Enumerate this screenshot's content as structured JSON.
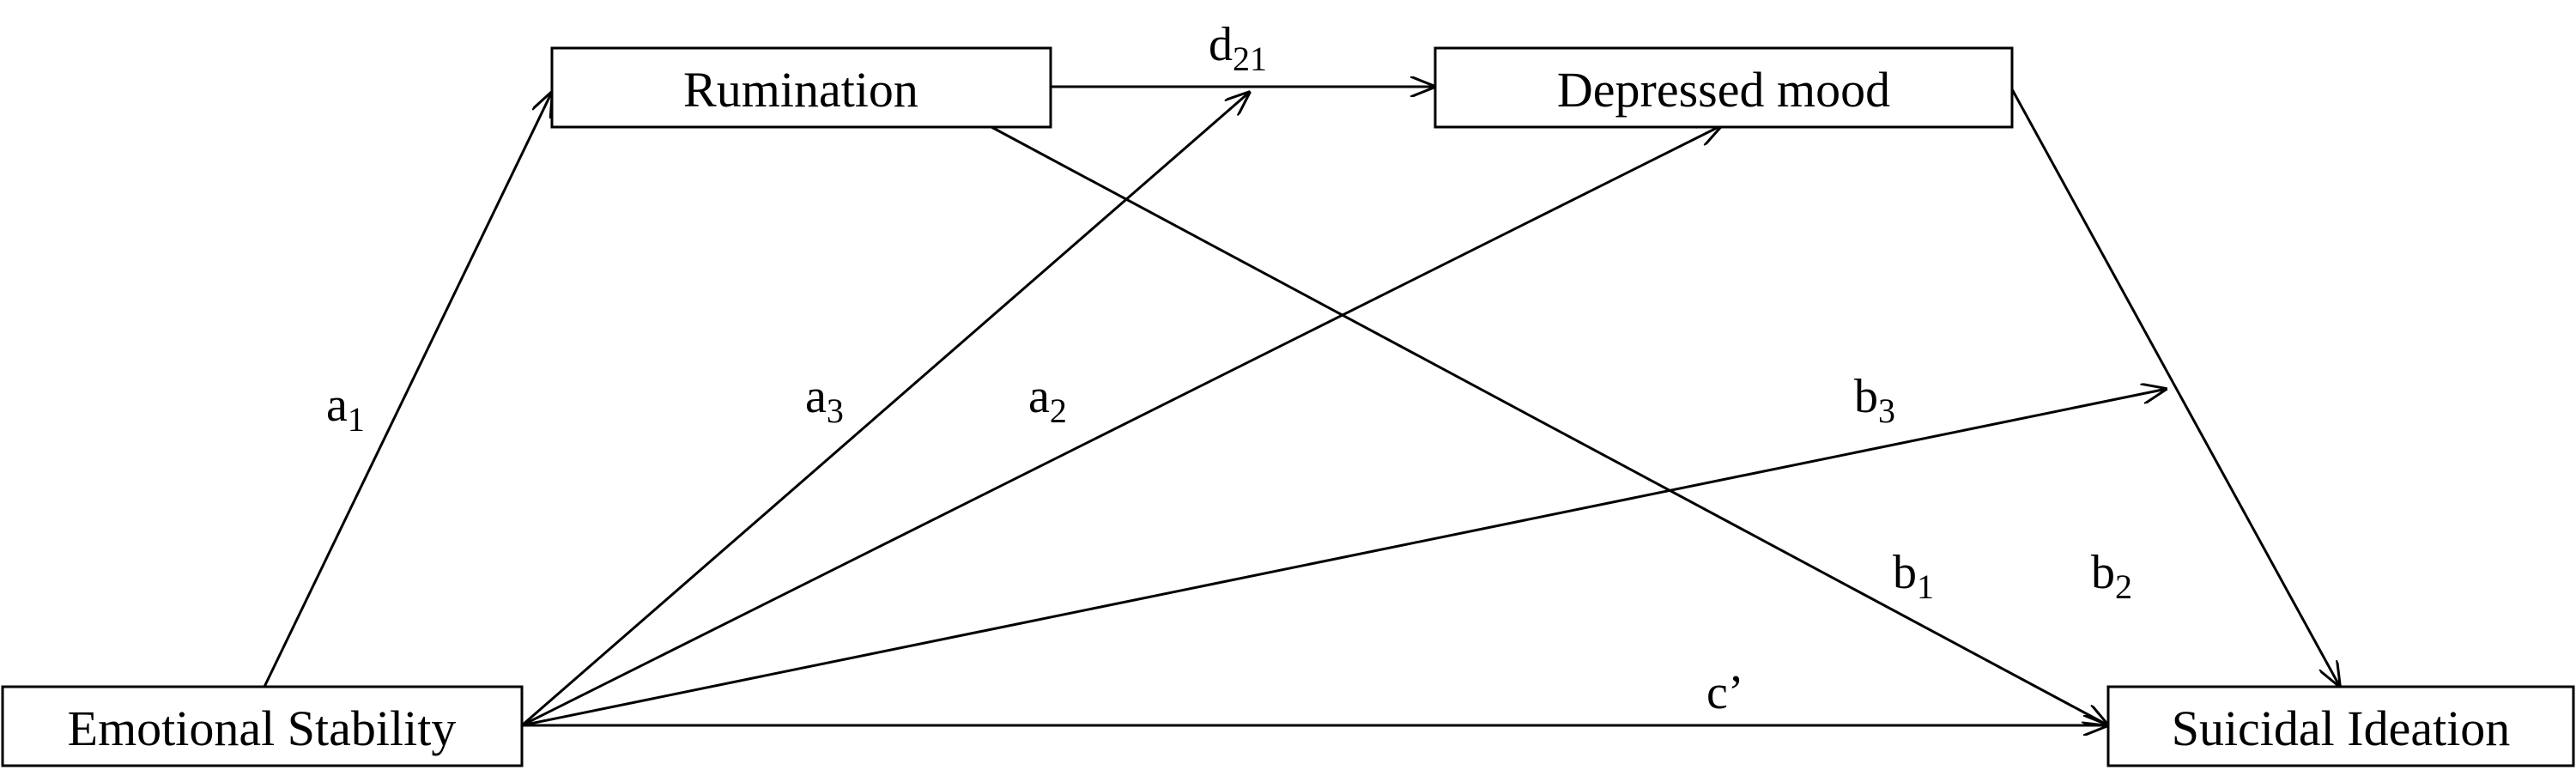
{
  "nodes": {
    "rumination": "Rumination",
    "depressed_mood": "Depressed mood",
    "emotional_stability": "Emotional Stability",
    "suicidal_ideation": "Suicidal Ideation"
  },
  "paths": {
    "a1": {
      "base": "a",
      "sub": "1"
    },
    "a2": {
      "base": "a",
      "sub": "2"
    },
    "a3": {
      "base": "a",
      "sub": "3"
    },
    "b1": {
      "base": "b",
      "sub": "1"
    },
    "b2": {
      "base": "b",
      "sub": "2"
    },
    "b3": {
      "base": "b",
      "sub": "3"
    },
    "d21": {
      "base": "d",
      "sub": "21"
    },
    "c_prime": {
      "base": "c’",
      "sub": ""
    }
  }
}
